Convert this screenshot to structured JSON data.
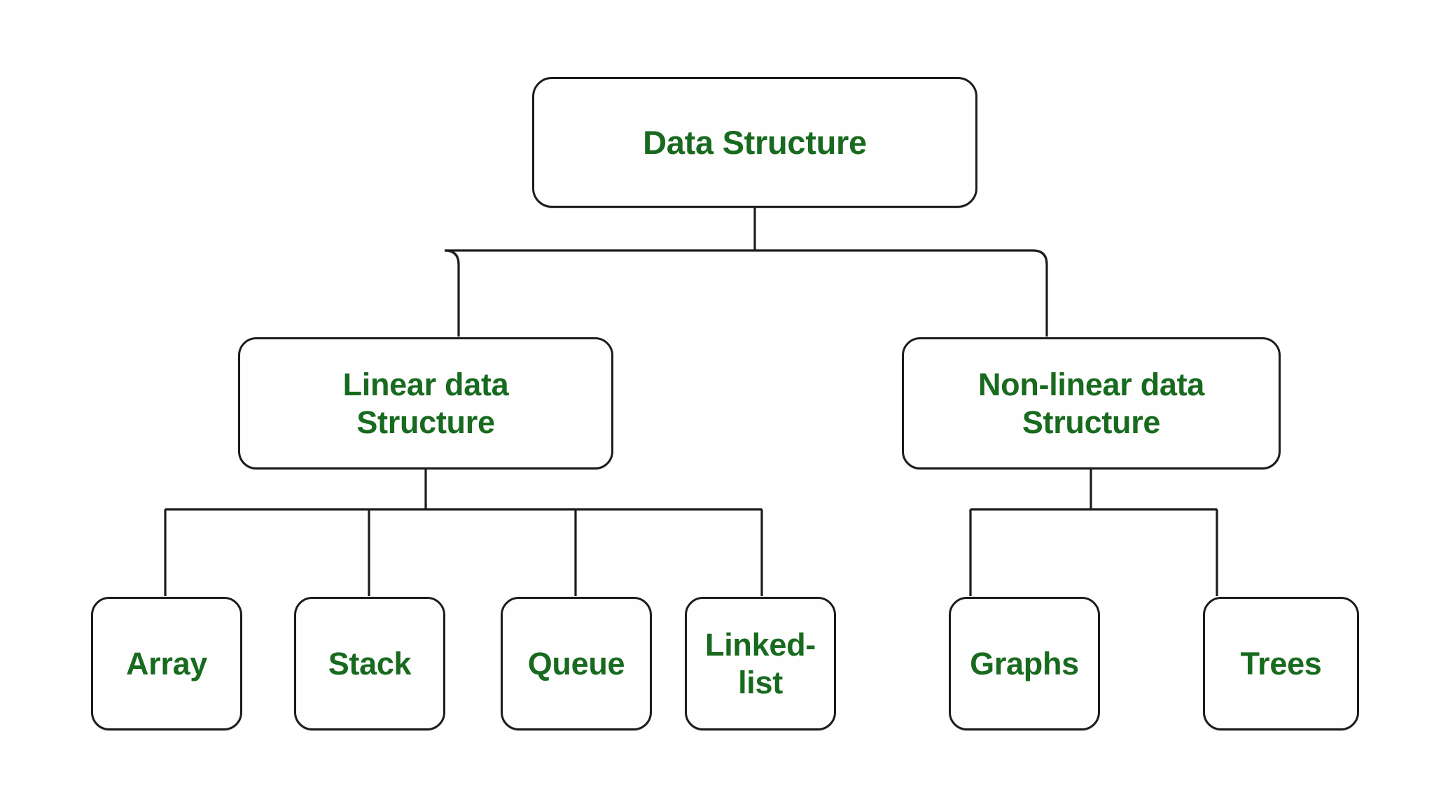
{
  "diagram": {
    "title": "Data Structure classification tree",
    "type": "hierarchy-tree",
    "background_color": "#ffffff",
    "text_color": "#186a1f",
    "border_color": "#1c1c1c",
    "connector_color": "#1c1c1c"
  },
  "nodes": {
    "root": {
      "id": "data-structure",
      "label": "Data Structure",
      "level": 0
    },
    "level1": [
      {
        "id": "linear-data-structure",
        "label": "Linear data\nStructure",
        "level": 1
      },
      {
        "id": "non-linear-data-structure",
        "label": "Non-linear data\nStructure",
        "level": 1
      }
    ],
    "level2_linear": [
      {
        "id": "array",
        "label": "Array",
        "level": 2
      },
      {
        "id": "stack",
        "label": "Stack",
        "level": 2
      },
      {
        "id": "queue",
        "label": "Queue",
        "level": 2
      },
      {
        "id": "linked-list",
        "label": "Linked-\nlist",
        "level": 2
      }
    ],
    "level2_nonlinear": [
      {
        "id": "graphs",
        "label": "Graphs",
        "level": 2
      },
      {
        "id": "trees",
        "label": "Trees",
        "level": 2
      }
    ]
  },
  "edges": [
    {
      "from": "data-structure",
      "to": "linear-data-structure"
    },
    {
      "from": "data-structure",
      "to": "non-linear-data-structure"
    },
    {
      "from": "linear-data-structure",
      "to": "array"
    },
    {
      "from": "linear-data-structure",
      "to": "stack"
    },
    {
      "from": "linear-data-structure",
      "to": "queue"
    },
    {
      "from": "linear-data-structure",
      "to": "linked-list"
    },
    {
      "from": "non-linear-data-structure",
      "to": "graphs"
    },
    {
      "from": "non-linear-data-structure",
      "to": "trees"
    }
  ]
}
